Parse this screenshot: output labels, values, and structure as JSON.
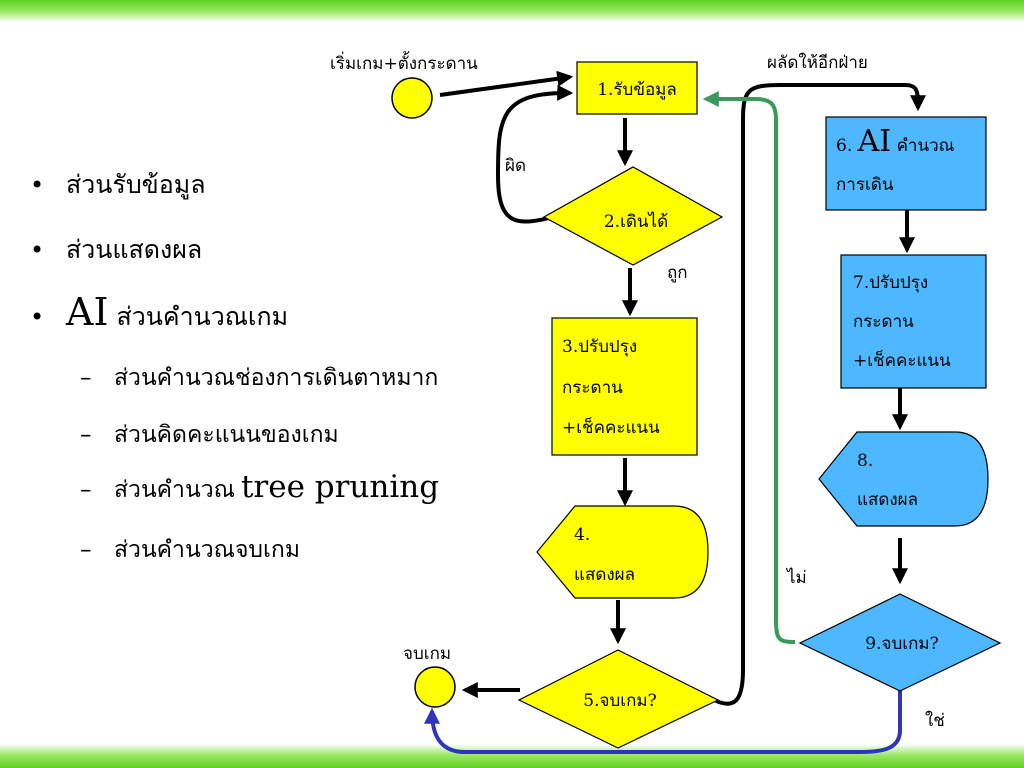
{
  "slide": {
    "colors": {
      "band_green": "#5ed11f",
      "yellow_node": "#ffff00",
      "blue_node": "#4db8ff",
      "green_arrow": "#3a9a5a",
      "blue_arrow": "#2e35b8"
    },
    "bullets": [
      {
        "text": "ส่วนรับข้อมูล"
      },
      {
        "text": "ส่วนแสดงผล"
      },
      {
        "prefix": "AI",
        "text": "ส่วนคำนวณเกม"
      }
    ],
    "subbullets": [
      {
        "dash": "–",
        "text": "ส่วนคำนวณช่องการเดินตาหมาก"
      },
      {
        "dash": "–",
        "text": "ส่วนคิดคะแนนของเกม"
      },
      {
        "dash": "–",
        "text": "ส่วนคำนวณ",
        "suffix": "tree pruning"
      },
      {
        "dash": "–",
        "text": "ส่วนคำนวณจบเกม"
      }
    ]
  },
  "flowchart": {
    "start_label": "เริ่มเกม+ตั้งกระดาน",
    "end_label": "จบเกม",
    "switch_label": "ผลัดให้อีกฝ่าย",
    "wrong_label": "ผิด",
    "right_label": "ถูก",
    "no_label": "ไม่",
    "yes_label": "ใช่",
    "n1": {
      "text": "1.รับข้อมูล"
    },
    "n2": {
      "text": "2.เดินได้"
    },
    "n3": {
      "lines": [
        "3.ปรับปรุง",
        "กระดาน",
        "+เช็คคะแนน"
      ]
    },
    "n4": {
      "lines": [
        "4.",
        "แสดงผล"
      ]
    },
    "n5": {
      "text": "5.จบเกม?"
    },
    "n6": {
      "num": "6.",
      "ai": "AI",
      "rest": "คำนวณ",
      "line2": "การเดิน"
    },
    "n7": {
      "lines": [
        "7.ปรับปรุง",
        "กระดาน",
        "+เช็คคะแนน"
      ]
    },
    "n8": {
      "lines": [
        "8.",
        "แสดงผล"
      ]
    },
    "n9": {
      "text": "9.จบเกม?"
    }
  }
}
